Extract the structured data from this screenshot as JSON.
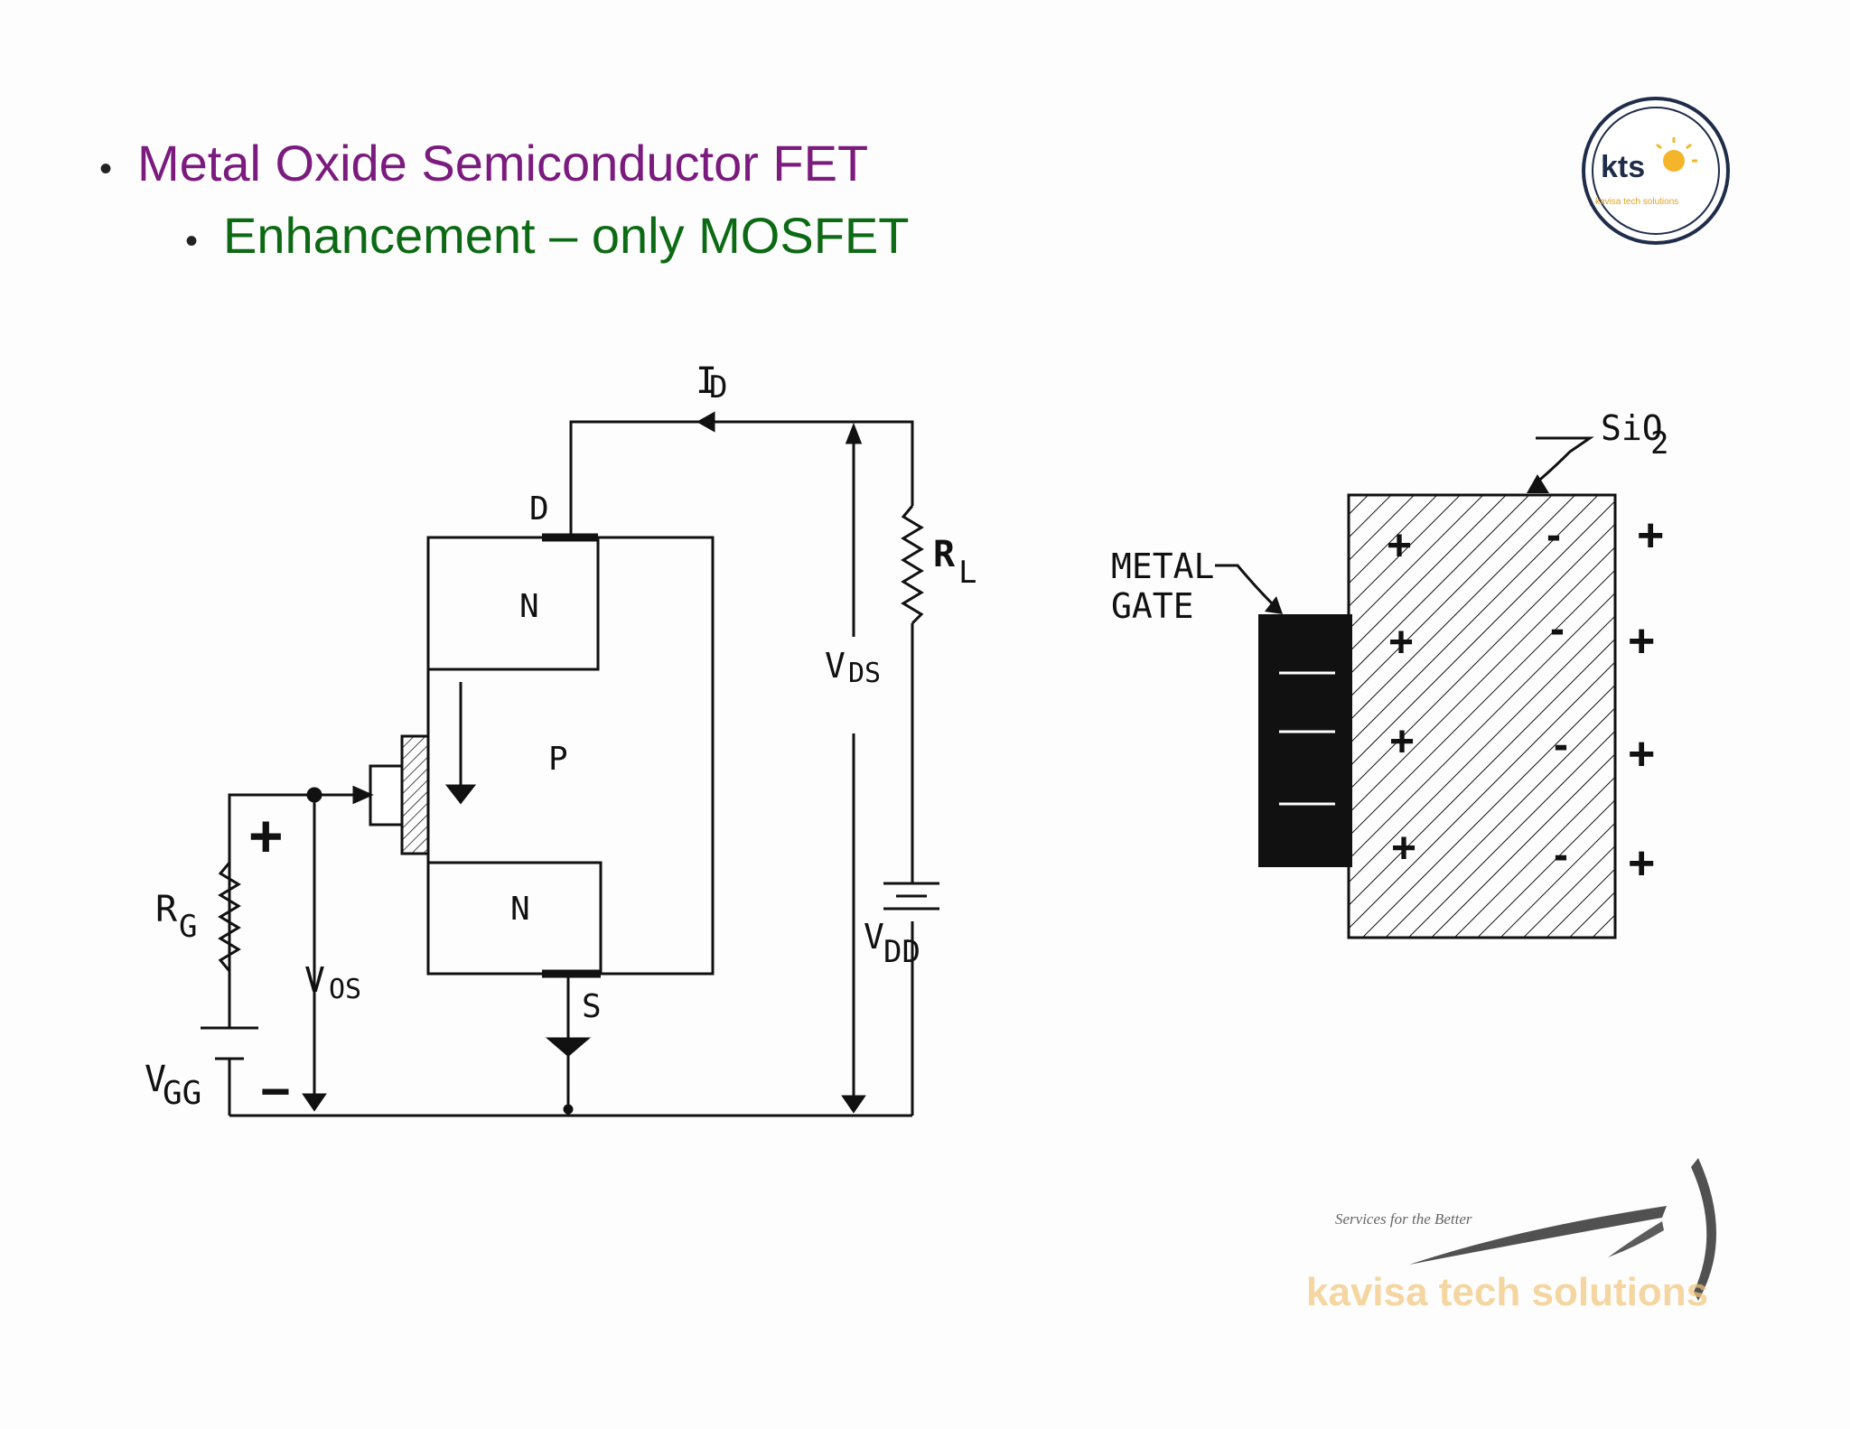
{
  "slide": {
    "bullet1": "Metal Oxide Semiconductor FET",
    "bullet2": "Enhancement – only MOSFET"
  },
  "circuit": {
    "drain_current": "I",
    "drain_current_sub": "D",
    "drain_label": "D",
    "source_label": "S",
    "upper_n": "N",
    "lower_n": "N",
    "p_region": "P",
    "load_resistor": "R",
    "load_resistor_sub": "L",
    "vds": "V",
    "vds_sub": "DS",
    "vdd": "V",
    "vdd_sub": "DD",
    "gate_resistor": "R",
    "gate_resistor_sub": "G",
    "vgs": "V",
    "vgs_sub": "OS",
    "vgg": "V",
    "vgg_sub": "GG",
    "plus_sign": "+",
    "minus_sign": "−"
  },
  "gate_detail": {
    "oxide": "SiO",
    "oxide_sub": "2",
    "metal_gate_line1": "METAL",
    "metal_gate_line2": "GATE",
    "plus_sign": "+",
    "minus_sign": "-"
  },
  "logo": {
    "badge_text": "kts",
    "badge_tagline": "kavisa tech solutions",
    "footer_tagline": "Services for the Better",
    "footer_name": "kavisa tech solutions",
    "name_color": "#f2c57a",
    "badge_ring_color": "#1f2d4a"
  }
}
